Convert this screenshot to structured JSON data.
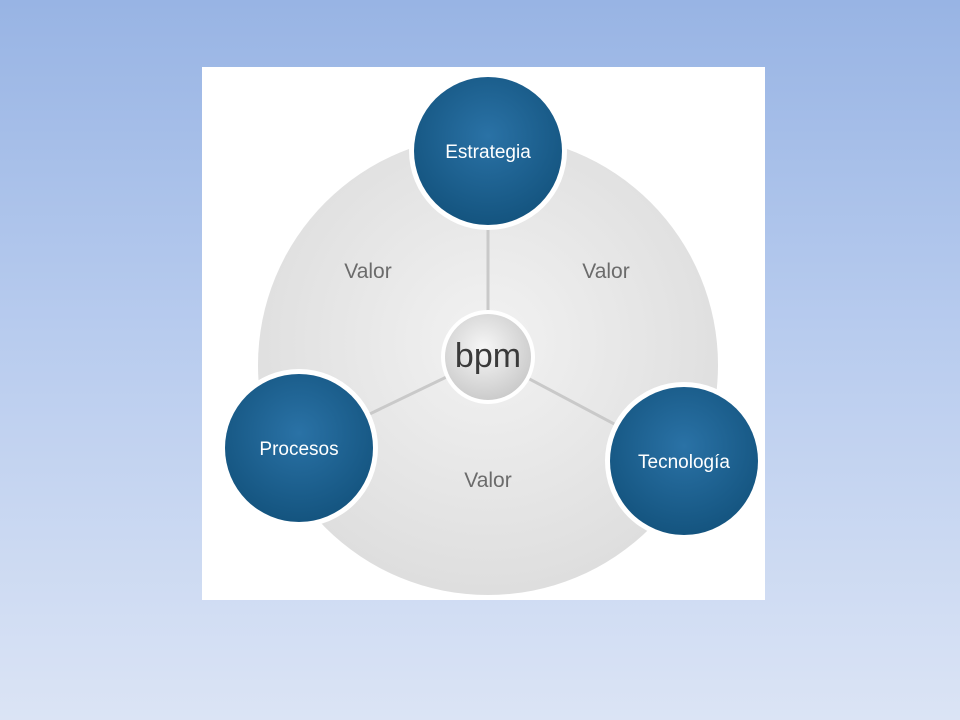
{
  "diagram": {
    "center": {
      "label": "bpm"
    },
    "nodes": [
      {
        "id": "estrategia",
        "label": "Estrategia"
      },
      {
        "id": "procesos",
        "label": "Procesos"
      },
      {
        "id": "tecnologia",
        "label": "Tecnología"
      }
    ],
    "value_labels": [
      {
        "label": "Valor"
      },
      {
        "label": "Valor"
      },
      {
        "label": "Valor"
      }
    ],
    "colors": {
      "node_fill": "#1a5e8e",
      "node_ring": "#ffffff",
      "outer_circle": "#e4e4e4",
      "connector": "#c9c9c9",
      "center_fill": "#e0e0e0",
      "center_text": "#3a3a3a",
      "valor_text": "#6b6b6b",
      "background_top": "#98b4e4",
      "background_bottom": "#dbe4f5"
    }
  }
}
